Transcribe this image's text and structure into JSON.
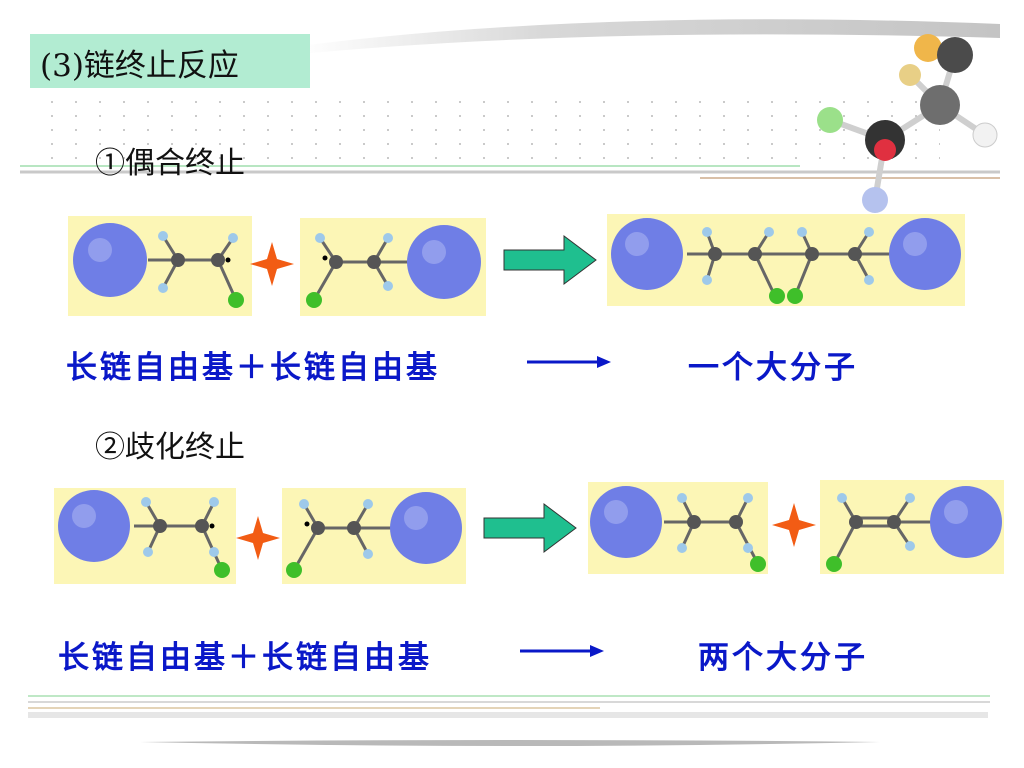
{
  "title": "(3)链终止反应",
  "section1": {
    "heading": "①偶合终止",
    "left": "长链自由基＋长链自由基",
    "right": "一个大分子"
  },
  "section2": {
    "heading": "②歧化终止",
    "left": "长链自由基＋长链自由基",
    "right": "两个大分子"
  },
  "colors": {
    "title_bg": "#b2ecd2",
    "text_blue": "#0a18c8",
    "molecule_bg": "#fcf6b6",
    "sphere": "#6f7ee6",
    "chlorine": "#3fbf2a",
    "hydrogen": "#9ec9ea",
    "carbon": "#555555",
    "arrow_green": "#1fbf8f",
    "star": "#f25c14"
  }
}
